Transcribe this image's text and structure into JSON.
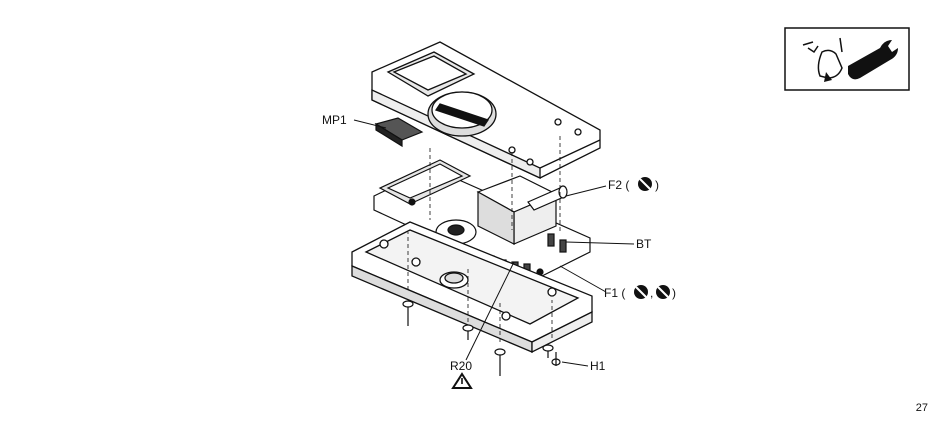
{
  "page": {
    "number": "27"
  },
  "figure": {
    "labels": {
      "mp1": "MP1",
      "f2": "F2 (",
      "f2_close": ")",
      "bt": "BT",
      "f1": "F1 (",
      "f1_sep": ",",
      "f1_close": ")",
      "r20": "R20",
      "h1": "H1"
    },
    "icons": [
      "service-wrench-icon",
      "no-symbol-icon",
      "warning-triangle-icon"
    ]
  }
}
